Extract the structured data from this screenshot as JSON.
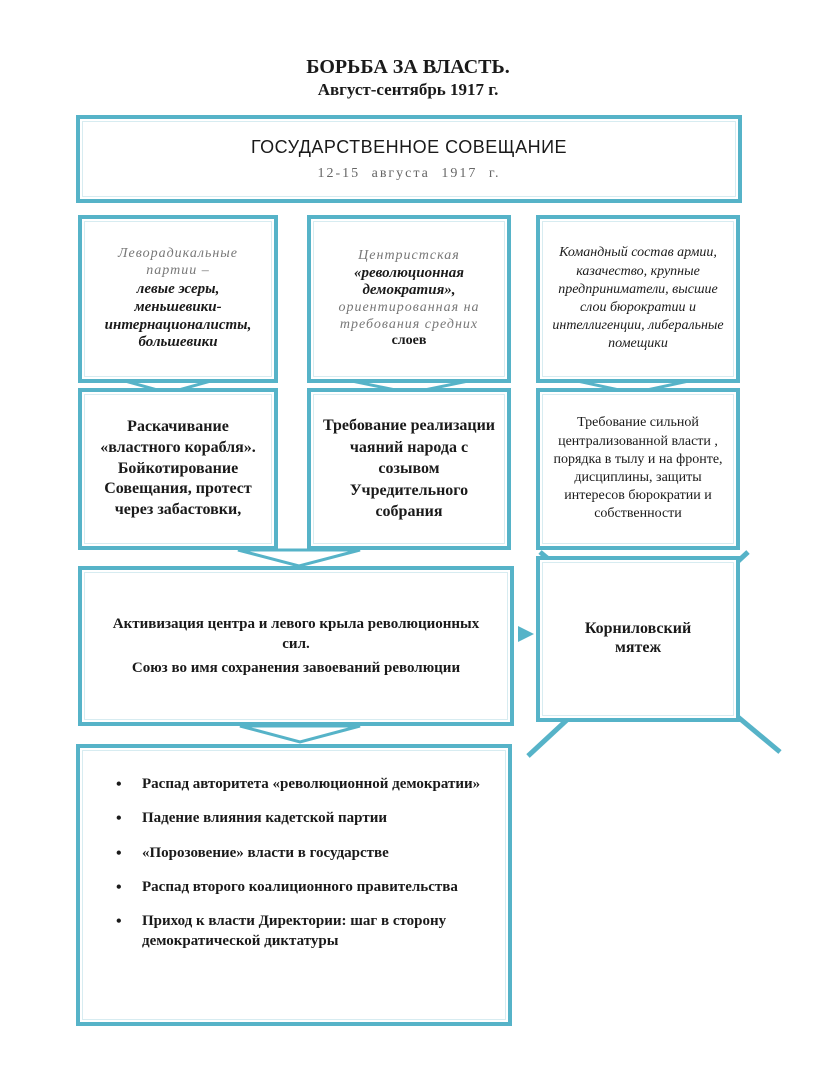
{
  "title": "БОРЬБА ЗА ВЛАСТЬ.",
  "subtitle": "Август-сентябрь 1917 г.",
  "top_box": {
    "heading": "ГОСУДАРСТВЕННОЕ СОВЕЩАНИЕ",
    "date": "12-15 августа 1917 г."
  },
  "groups": {
    "left": {
      "light": "Леворадикальные партии –",
      "bold": "левые эсеры, меньшевики-интернационалисты, большевики"
    },
    "center": {
      "light1": "Центристская",
      "bold": "«революционная демократия»,",
      "light2": "ориентированная на требования средних",
      "tail": "слоев"
    },
    "right": {
      "text": "Командный состав армии, казачество, крупные предприниматели, высшие слои бюрократии и интеллигенции, либеральные помещики"
    }
  },
  "demands": {
    "left": "Раскачивание «властного корабля». Бойкотирование Совещания, протест через забастовки,",
    "center": "Требование реализации чаяний народа с созывом Учредительного собрания",
    "right": "Требование сильной централизованной власти , порядка в тылу и на фронте, дисциплины, защиты интересов бюрократии и собственности"
  },
  "activation": {
    "line1": "Активизация центра и левого крыла революционных сил.",
    "line2": "Союз во имя сохранения завоеваний революции"
  },
  "kornilov": "Корниловский мятеж",
  "results": [
    "Распад авторитета «революционной демократии»",
    "Падение влияния кадетской партии",
    "«Порозовение» власти в государстве",
    "Распад второго коалиционного правительства",
    "Приход к власти Директории: шаг в сторону демократической диктатуры"
  ],
  "colors": {
    "border": "#56b3c8",
    "cross": "#56b3c8"
  }
}
